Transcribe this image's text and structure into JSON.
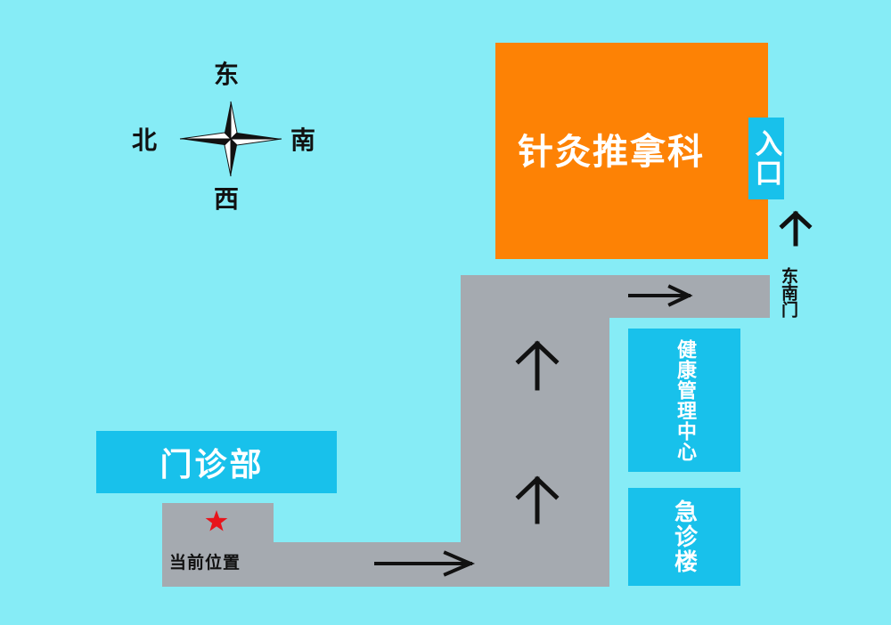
{
  "colors": {
    "background": "#86ecf6",
    "road": "#a5aab0",
    "building_blue": "#18c1eb",
    "building_orange": "#fd8205",
    "current_marker": "#e8141b",
    "arrow": "#111111"
  },
  "compass": {
    "top": "东",
    "left": "北",
    "right": "南",
    "bottom": "西"
  },
  "buildings": {
    "acupuncture": "针灸推拿科",
    "entrance": "入口",
    "outpatient": "门诊部",
    "health_center": "健康管理中心",
    "emergency": "急诊楼"
  },
  "labels": {
    "southeast_gate": "东南门",
    "current_position": "当前位置"
  },
  "icons": {
    "compass": "compass-rose-icon",
    "marker": "red-star-icon",
    "arrows": [
      "arrow-right-icon",
      "arrow-up-icon",
      "arrow-up-icon",
      "arrow-right-icon",
      "arrow-up-icon"
    ]
  }
}
